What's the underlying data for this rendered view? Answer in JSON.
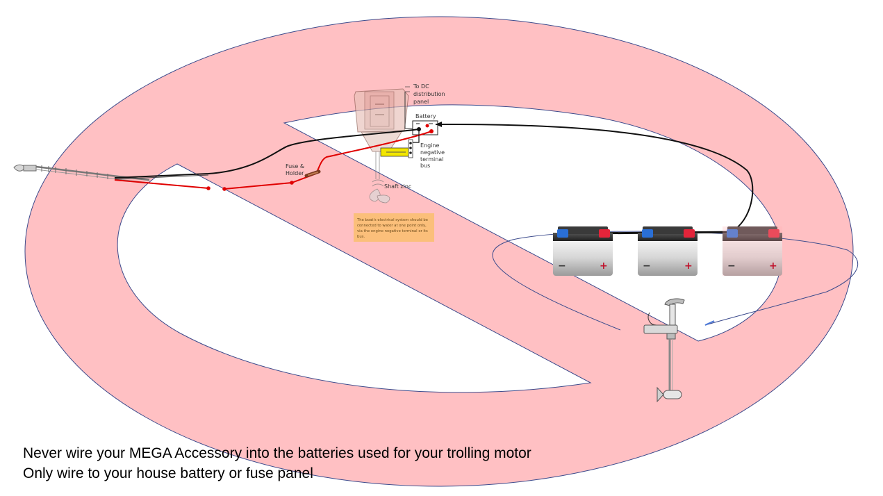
{
  "diagram": {
    "labels": {
      "to_dc": [
        "To DC",
        "distribution",
        "panel"
      ],
      "battery": "Battery",
      "engine_bus": [
        "Engine",
        "negative",
        "terminal",
        "bus"
      ],
      "fuse": [
        "Fuse &",
        "Holder"
      ],
      "shaft_zinc": "Shaft zinc"
    },
    "note_lines": [
      "The boat's electrical system should be",
      "connected to water at one point only,",
      "via the engine negative terminal or its",
      "bus."
    ],
    "terminal_signs": {
      "negative": "−",
      "positive": "+"
    },
    "colors": {
      "prohibition": "#ffc0c3",
      "prohibition_outline": "#3b4a8c",
      "positive_wire": "#e00000",
      "negative_wire": "#111111",
      "note_box": "#fbbf7a",
      "bus_bar": "#f2e600"
    }
  },
  "caption": {
    "line1": "Never wire your MEGA Accessory into the batteries used for your trolling motor",
    "line2": "Only wire to your house battery or fuse panel"
  }
}
